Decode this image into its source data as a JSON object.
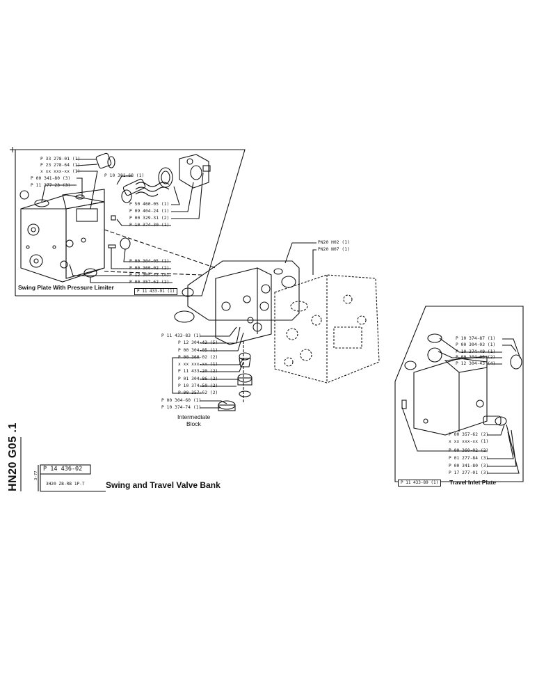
{
  "swing_plate": {
    "caption": "Swing Plate With Pressure Limiter",
    "ref": "P 11 433-91 (1)",
    "labels": [
      "P 33 278-01 (1)",
      "P 23 278-64 (1)",
      "x xx xxx-xx (1)",
      "P 00 341-80 (3)",
      "P 11 277-23 (3)",
      "P 10 381-68 (1)",
      "P 50 460-05 (1)",
      "P 09 404-24 (1)",
      "P 00 329-31 (2)",
      "P 10 374-30 (1)",
      "P 00 304-05 (1)",
      "P 00 360-02 (2)",
      "P 12 304-43 (4)",
      "P 00 357-62 (2)"
    ]
  },
  "valve_bank": {
    "labels": [
      "PN20 H02 (1)",
      "PN20 N07 (1)"
    ]
  },
  "intermediate_block": {
    "caption_line1": "Intermediate",
    "caption_line2": "Block",
    "labels": [
      "P 11 433-83 (1)",
      "P 12 304-43 (5)",
      "P 00 304-05 (1)",
      "P 00 360-02 (2)",
      "x xx xxx-xx (1)",
      "P 11 433-20 (2)",
      "P 01 304-86 (2)",
      "P 10 374-50 (2)",
      "P 00 357-62 (2)",
      "P 00 304-60 (1)",
      "P 10 374-74 (1)"
    ]
  },
  "travel_inlet": {
    "caption": "Travel Inlet Plate",
    "ref": "P 11 433-89 (1)",
    "labels_top": [
      "P 10 374-87 (1)",
      "P 00 304-03 (1)",
      "P 10 374-49 (1)",
      "P 00 304-05 (2)",
      "P 12 304-43 (4)"
    ],
    "labels_bottom": [
      "P 00 357-62 (2)",
      "x xx xxx-xx (1)",
      "P 00 360-02 (2)",
      "P 01 277-84 (3)",
      "P 00 341-80 (3)",
      "P 17 277-01 (3)"
    ]
  },
  "title_block": {
    "side_code": "HN20 G05 .1",
    "date": "3-77",
    "part_number": "P 14 436-02",
    "model": "3H20 ZB-RB 1P-T",
    "title": "Swing and Travel Valve Bank"
  }
}
